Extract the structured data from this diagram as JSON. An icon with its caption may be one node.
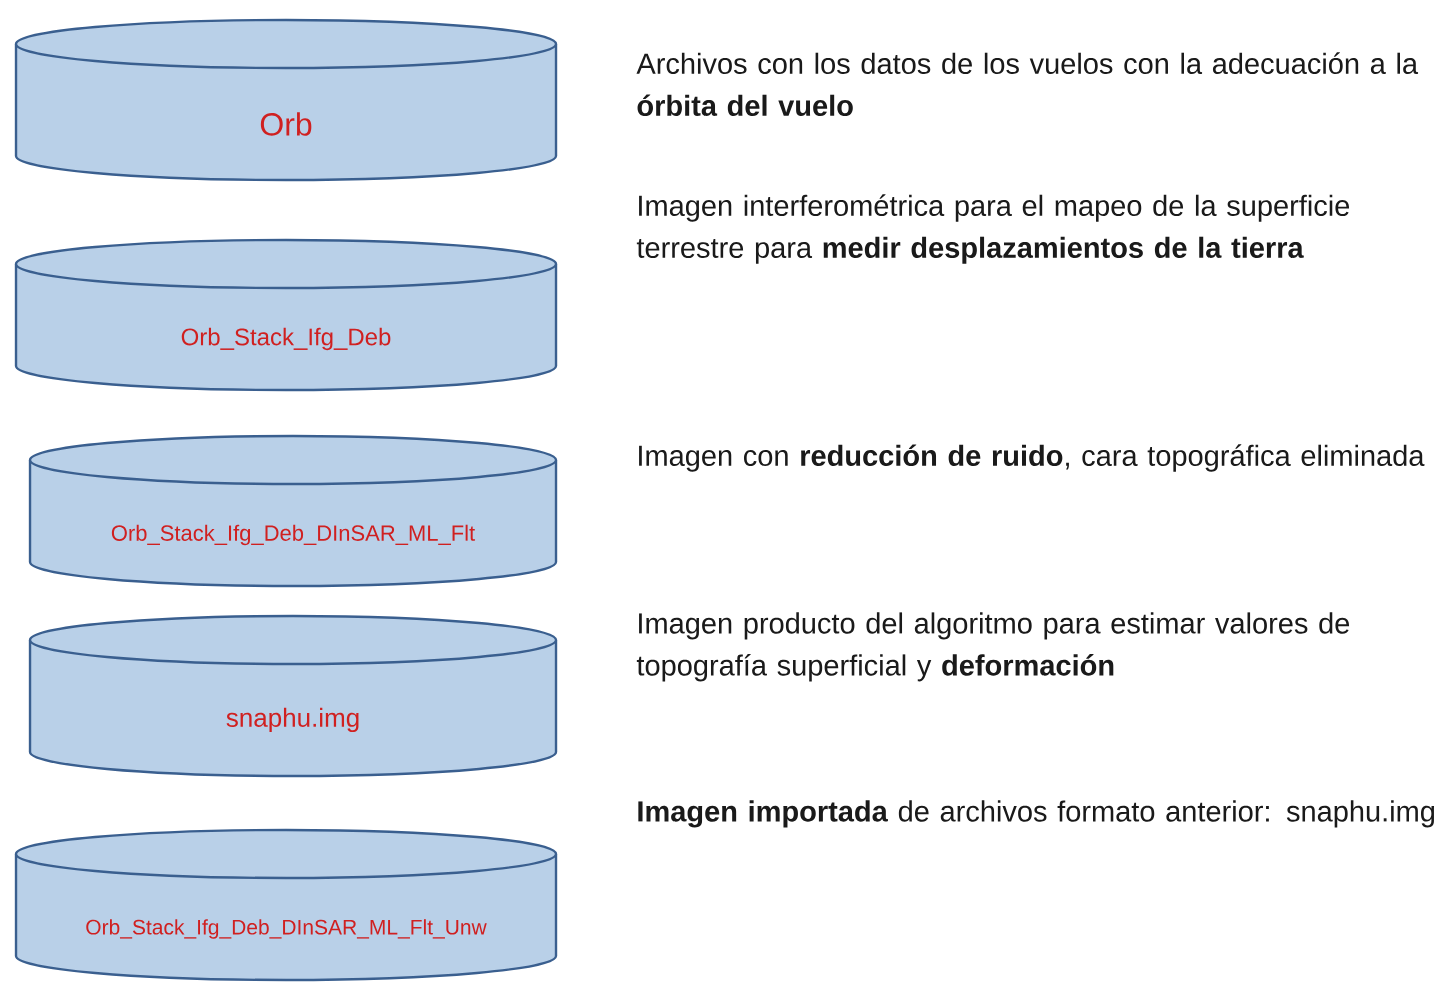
{
  "diagram": {
    "nodes": [
      {
        "text": [
          "Orb"
        ],
        "beside": [
          "Archivos con los datos de los vuelos con la adecuación a la **órbita del vuelo**"
        ]
      },
      {
        "text": [
          "Orb_Stack_Ifg_Deb"
        ],
        "beside": [
          "Imagen interferométrica para el mapeo de la superficie terrestre para **medir desplazamientos de la tierra**"
        ]
      },
      {
        "text": [
          "Orb_Stack_Ifg_Deb_DInSAR_ML_Flt"
        ],
        "beside": [
          "Imagen con **reducción de ruido**, cara topográfica eliminada"
        ]
      },
      {
        "text": [
          "snaphu.img"
        ],
        "beside": [
          "Imagen producto del algoritmo para estimar valores de topografía superficial y **deformación**"
        ]
      },
      {
        "text": [
          "Orb_Stack_Ifg_Deb_DInSAR_ML_Flt_Unw"
        ],
        "beside": [
          "**Imagen importada** de archivos formato anterior: snaphu.img"
        ]
      }
    ]
  }
}
